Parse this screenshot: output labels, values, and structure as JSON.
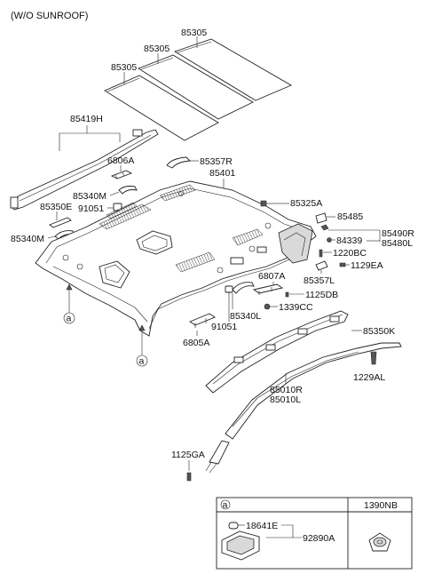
{
  "header": {
    "title": "(W/O SUNROOF)"
  },
  "callout_marker": "a",
  "labels": {
    "p85305_a": "85305",
    "p85305_b": "85305",
    "p85305_c": "85305",
    "p85419H": "85419H",
    "p6806A": "6806A",
    "p85357R": "85357R",
    "p85401": "85401",
    "p85340M_a": "85340M",
    "p91051_a": "91051",
    "p85350E": "85350E",
    "p85340M_b": "85340M",
    "p85325A": "85325A",
    "p85485": "85485",
    "p85490R": "85490R",
    "p84339": "84339",
    "p85480L": "85480L",
    "p1220BC": "1220BC",
    "p85357L": "85357L",
    "p1129EA": "1129EA",
    "p6807A": "6807A",
    "p1125DB": "1125DB",
    "p1339CC": "1339CC",
    "p85340L": "85340L",
    "p91051_b": "91051",
    "p6805A": "6805A",
    "p85350K": "85350K",
    "p1229AL": "1229AL",
    "p85010R": "85010R",
    "p85010L": "85010L",
    "p1125GA": "1125GA"
  },
  "inset": {
    "left_marker": "a",
    "right_header": "1390NB",
    "p18641E": "18641E",
    "p92890A": "92890A"
  }
}
